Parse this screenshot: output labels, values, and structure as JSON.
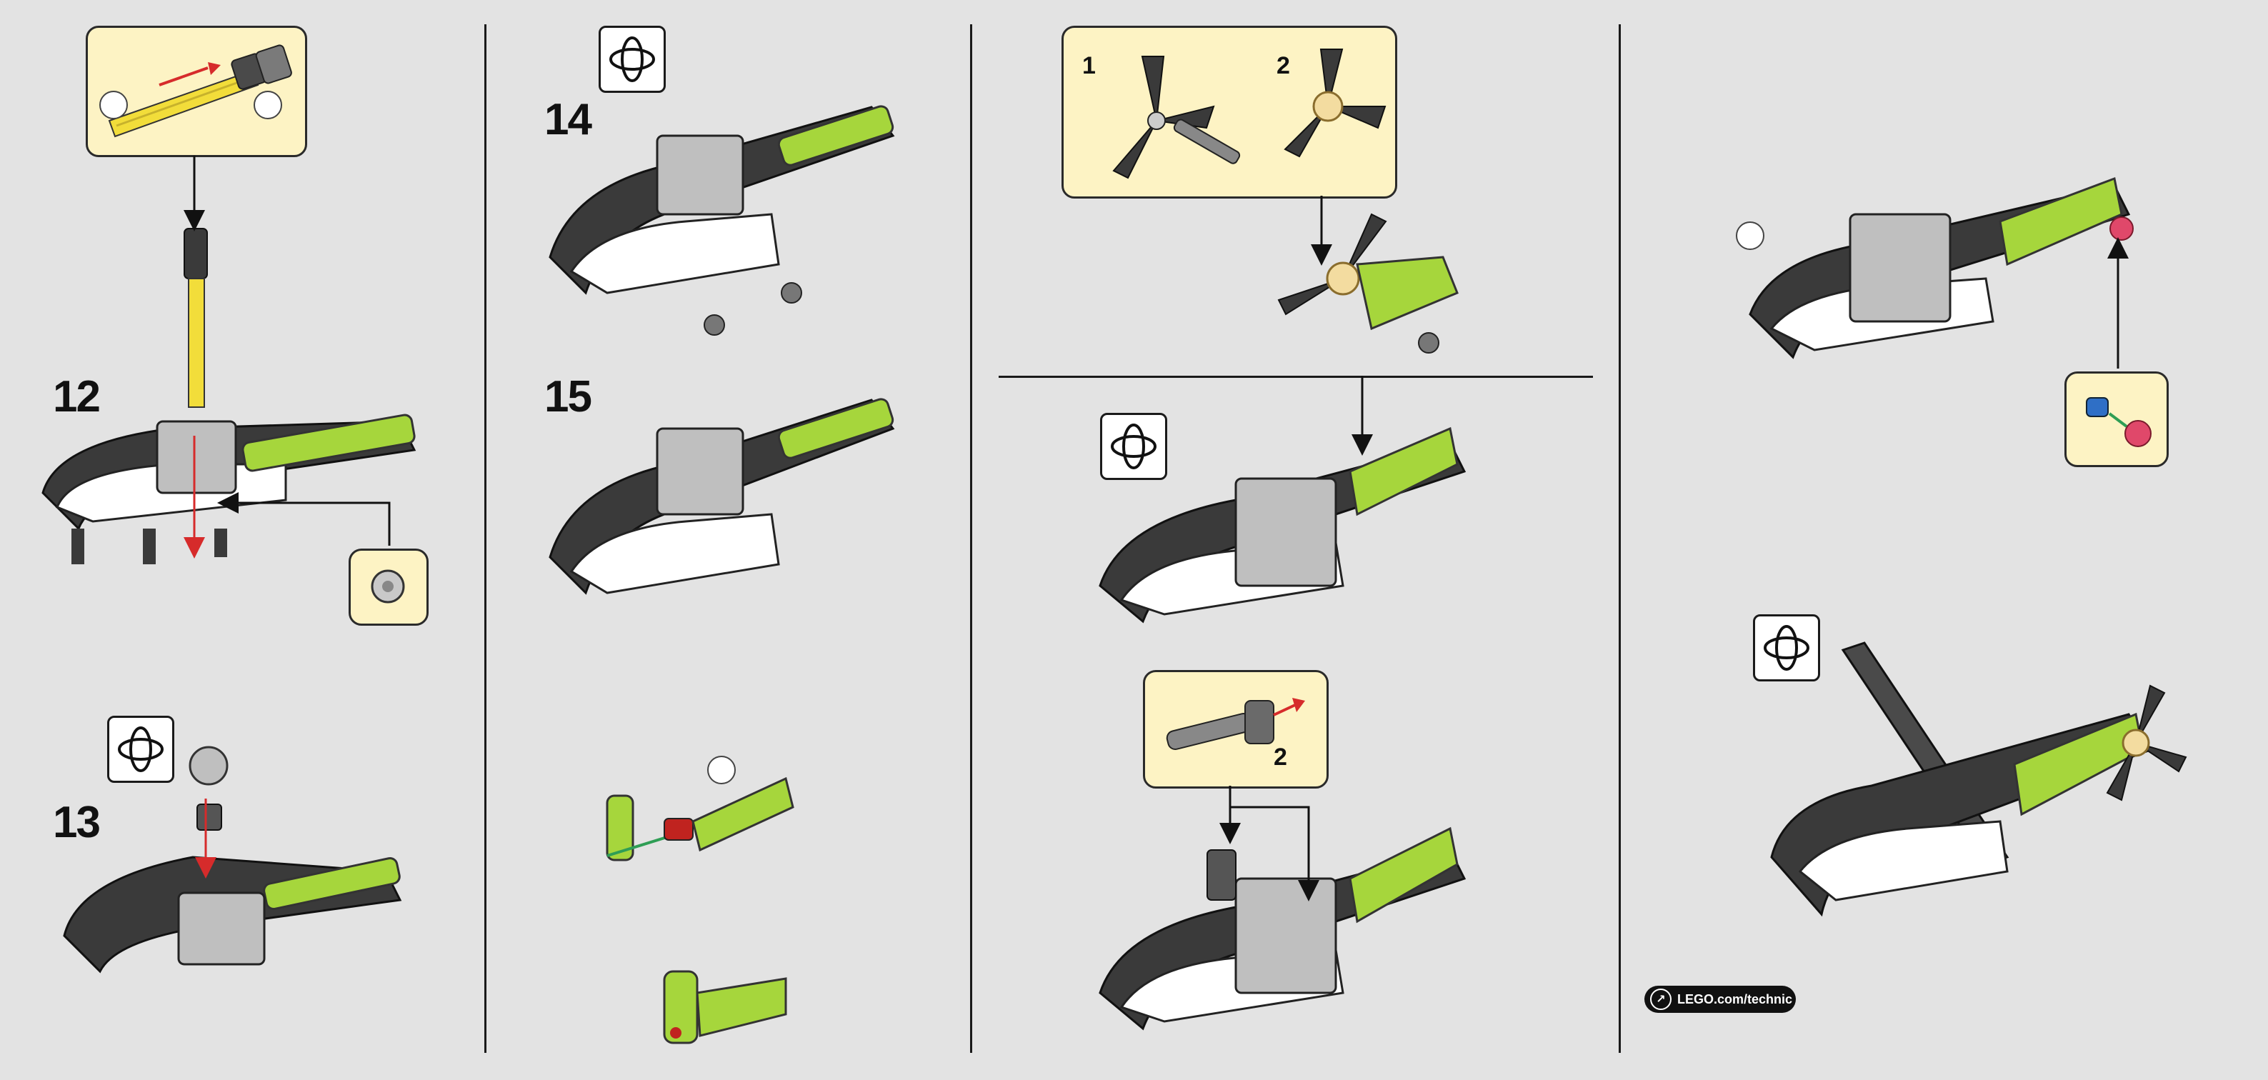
{
  "steps": {
    "s12": "12",
    "s13": "13",
    "s14": "14",
    "s15": "15"
  },
  "callouts": {
    "propeller_sub_1": "1",
    "propeller_sub_2": "2",
    "axle_sub_2": "2"
  },
  "footer": {
    "link_text": "LEGO.com/technic",
    "link_icon": "arrow-ne-icon"
  },
  "colors": {
    "background": "#e3e3e3",
    "callout_fill": "#fdf3c4",
    "lime": "#a6d63c",
    "dark_gray": "#3a3a3a",
    "light_gray": "#bfbfbf",
    "white": "#ffffff",
    "red_arrow": "#d62b2b",
    "green_arrow": "#2f9e55",
    "yellow_axle": "#f2dd3a"
  }
}
